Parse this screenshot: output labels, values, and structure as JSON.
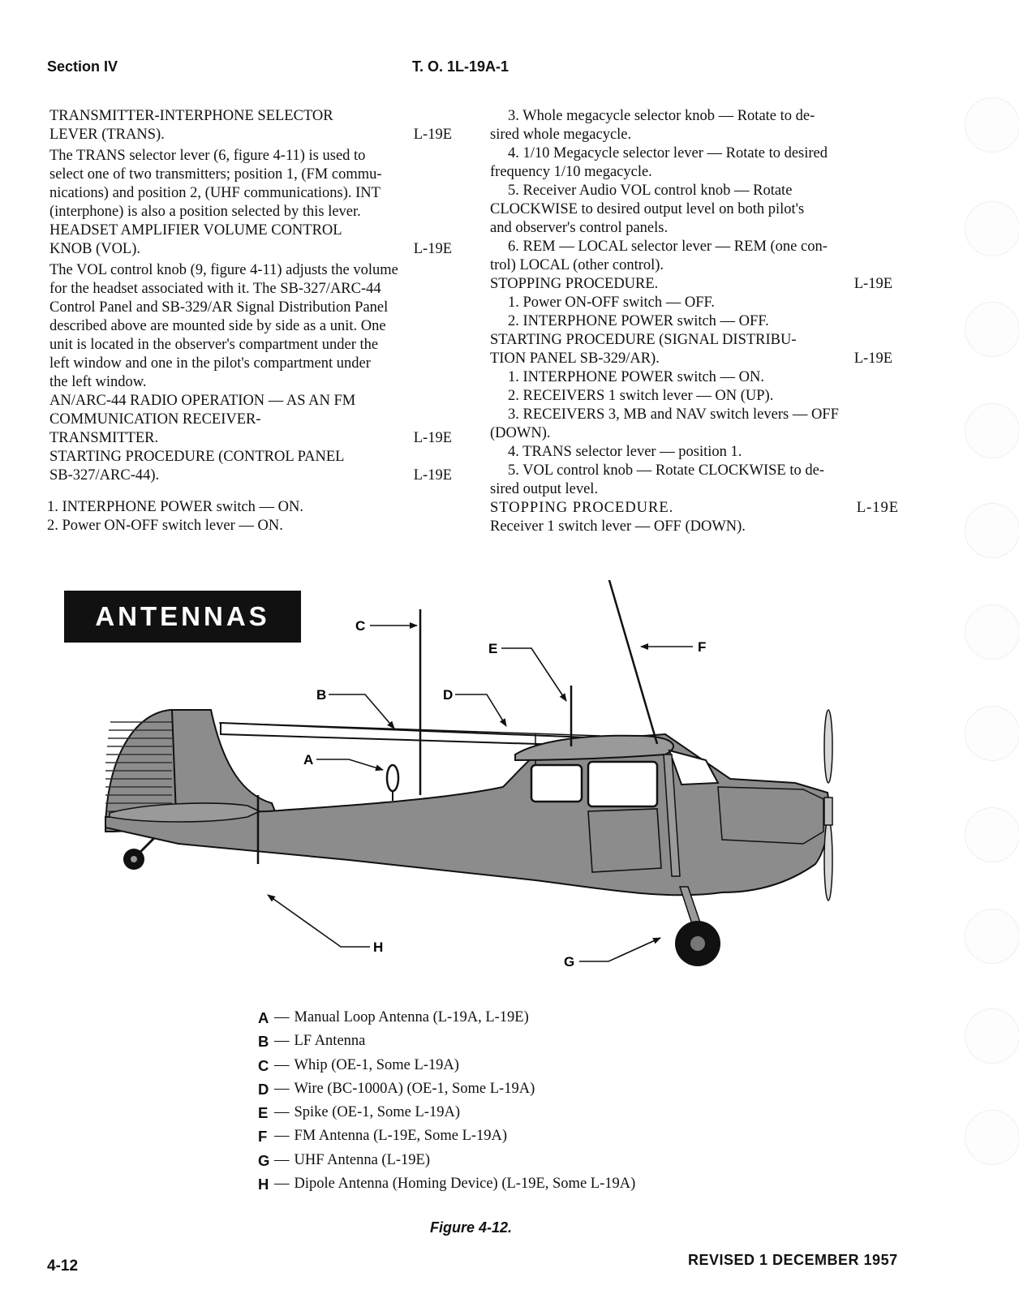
{
  "header": {
    "section": "Section IV",
    "doc_number": "T. O. 1L-19A-1"
  },
  "left_column": {
    "trans_heading_1": "TRANSMITTER-INTERPHONE SELECTOR",
    "trans_heading_2": "LEVER (TRANS).",
    "trans_tag": "L-19E",
    "trans_body": [
      "The TRANS selector lever (6, figure 4-11) is used to",
      "select one of two transmitters; position 1, (FM commu-",
      "nications) and position 2, (UHF communications). INT",
      "(interphone) is also a position selected by this lever."
    ],
    "vol_heading_1": "HEADSET AMPLIFIER VOLUME CONTROL",
    "vol_heading_2": "KNOB (VOL).",
    "vol_tag": "L-19E",
    "vol_body": [
      "The VOL control knob (9, figure 4-11) adjusts the volume",
      "for the headset associated with it. The SB-327/ARC-44",
      "Control Panel and SB-329/AR Signal Distribution Panel",
      "described above are mounted side by side as a unit. One",
      "unit is located in the observer's compartment under the",
      "left window and one in the pilot's compartment under",
      "the left window."
    ],
    "arc_heading_1": "AN/ARC-44 RADIO OPERATION — AS AN FM",
    "arc_heading_2": "COMMUNICATION RECEIVER-",
    "arc_heading_3": "TRANSMITTER.",
    "arc_tag": "L-19E",
    "start_heading_1": "STARTING PROCEDURE (CONTROL PANEL",
    "start_heading_2": "SB-327/ARC-44).",
    "start_tag": "L-19E",
    "steps": [
      "1. INTERPHONE POWER switch — ON.",
      "2. Power ON-OFF switch lever — ON."
    ]
  },
  "right_column": {
    "steps_cont": [
      "3. Whole megacycle selector knob — Rotate to de-",
      "sired whole megacycle.",
      "4. 1/10 Megacycle selector lever — Rotate to desired",
      "frequency 1/10 megacycle.",
      "5. Receiver Audio VOL control knob — Rotate",
      "CLOCKWISE to desired output level on both pilot's",
      "and observer's control panels.",
      "6. REM — LOCAL selector lever — REM (one con-",
      "trol) LOCAL (other control)."
    ],
    "stop_heading": "STOPPING PROCEDURE.",
    "stop_tag": "L-19E",
    "stop_steps": [
      "1. Power ON-OFF switch — OFF.",
      "2. INTERPHONE POWER switch — OFF."
    ],
    "sig_heading_1": "STARTING PROCEDURE (SIGNAL DISTRIBU-",
    "sig_heading_2": "TION PANEL SB-329/AR).",
    "sig_tag": "L-19E",
    "sig_steps": [
      "1. INTERPHONE POWER switch — ON.",
      "2. RECEIVERS 1 switch lever — ON (UP).",
      "3. RECEIVERS 3, MB and NAV switch levers — OFF",
      "(DOWN).",
      "4. TRANS selector lever — position 1.",
      "5. VOL control knob — Rotate CLOCKWISE to de-",
      "sired output level."
    ],
    "stop2_heading": "STOPPING PROCEDURE.",
    "stop2_tag": "L-19E",
    "stop2_step": "Receiver 1 switch lever — OFF (DOWN)."
  },
  "figure": {
    "title": "ANTENNAS",
    "callouts": [
      "A",
      "B",
      "C",
      "D",
      "E",
      "F",
      "G",
      "H"
    ],
    "legend": [
      {
        "key": "A",
        "text": "Manual Loop Antenna (L-19A, L-19E)"
      },
      {
        "key": "B",
        "text": "LF Antenna"
      },
      {
        "key": "C",
        "text": "Whip (OE-1, Some L-19A)"
      },
      {
        "key": "D",
        "text": "Wire (BC-1000A) (OE-1, Some L-19A)"
      },
      {
        "key": "E",
        "text": "Spike (OE-1, Some L-19A)"
      },
      {
        "key": "F",
        "text": "FM Antenna (L-19E, Some L-19A)"
      },
      {
        "key": "G",
        "text": "UHF Antenna (L-19E)"
      },
      {
        "key": "H",
        "text": "Dipole Antenna (Homing Device) (L-19E, Some L-19A)"
      }
    ],
    "caption": "Figure 4-12."
  },
  "footer": {
    "page_number": "4-12",
    "revised": "REVISED 1 DECEMBER 1957"
  }
}
